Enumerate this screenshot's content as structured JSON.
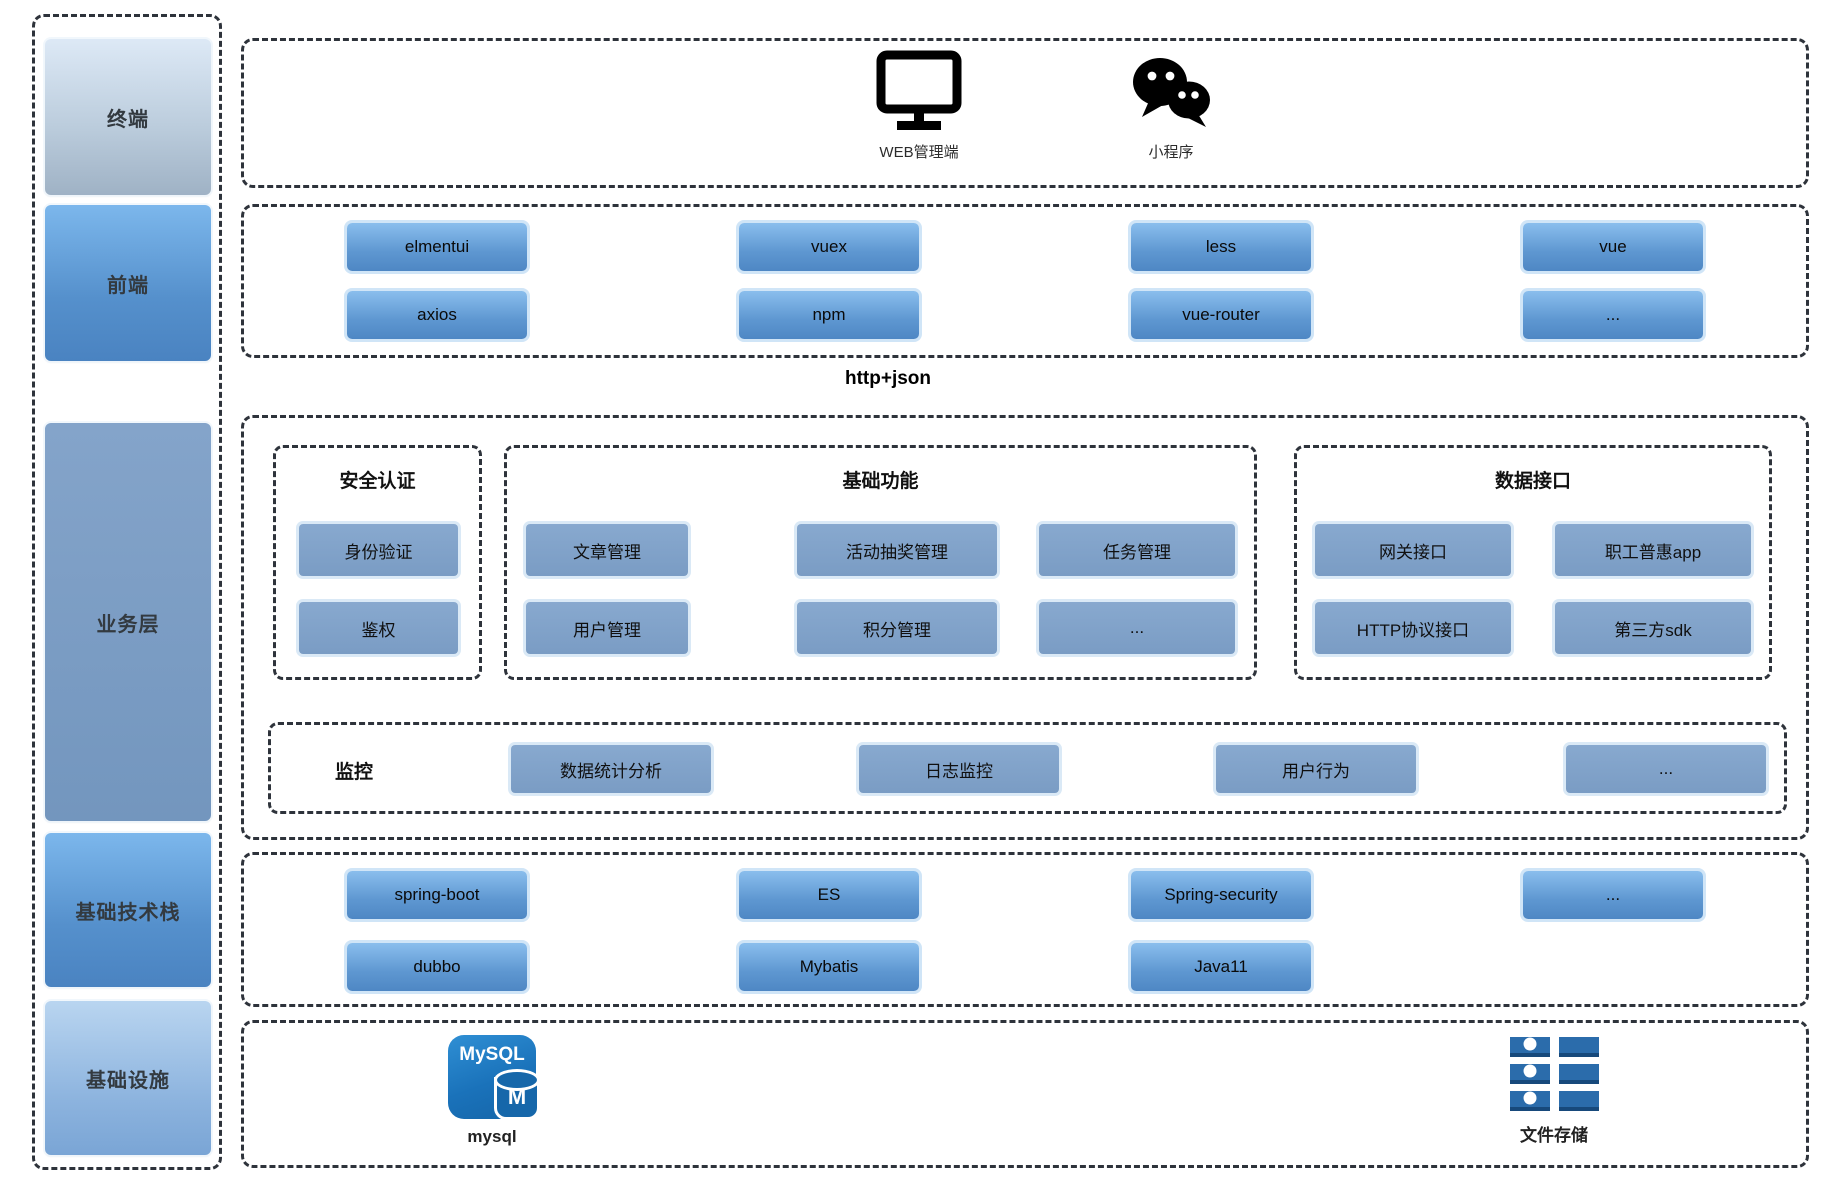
{
  "rail": {
    "items": [
      {
        "label": "终端"
      },
      {
        "label": "前端"
      },
      {
        "label": "业务层"
      },
      {
        "label": "基础技术栈"
      },
      {
        "label": "基础设施"
      }
    ]
  },
  "terminal": {
    "web_label": "WEB管理端",
    "mini_label": "小程序"
  },
  "frontend": {
    "row1": [
      "elmentui",
      "vuex",
      "less",
      "vue"
    ],
    "row2": [
      "axios",
      "npm",
      "vue-router",
      "..."
    ]
  },
  "connector": {
    "label": "http+json"
  },
  "business": {
    "security": {
      "title": "安全认证",
      "buttons": [
        "身份验证",
        "鉴权"
      ]
    },
    "basic": {
      "title": "基础功能",
      "row1": [
        "文章管理",
        "活动抽奖管理",
        "任务管理"
      ],
      "row2": [
        "用户管理",
        "积分管理",
        "..."
      ]
    },
    "data_api": {
      "title": "数据接口",
      "row1": [
        "网关接口",
        "职工普惠app"
      ],
      "row2": [
        "HTTP协议接口",
        "第三方sdk"
      ]
    },
    "monitor": {
      "title": "监控",
      "buttons": [
        "数据统计分析",
        "日志监控",
        "用户行为",
        "..."
      ]
    }
  },
  "tech": {
    "row1": [
      "spring-boot",
      "ES",
      "Spring-security",
      "..."
    ],
    "row2": [
      "dubbo",
      "Mybatis",
      "Java11"
    ]
  },
  "infra": {
    "mysql": {
      "icon_text": "MySQL",
      "cylinder_letter": "M",
      "label": "mysql"
    },
    "storage": {
      "label": "文件存储"
    }
  },
  "colors": {
    "accent_blue": "#5e97d1",
    "steel_blue": "#7a9cc4",
    "mysql_blue": "#1a72ba",
    "storage_blue": "#2b6cab",
    "dash": "#2e333b"
  }
}
